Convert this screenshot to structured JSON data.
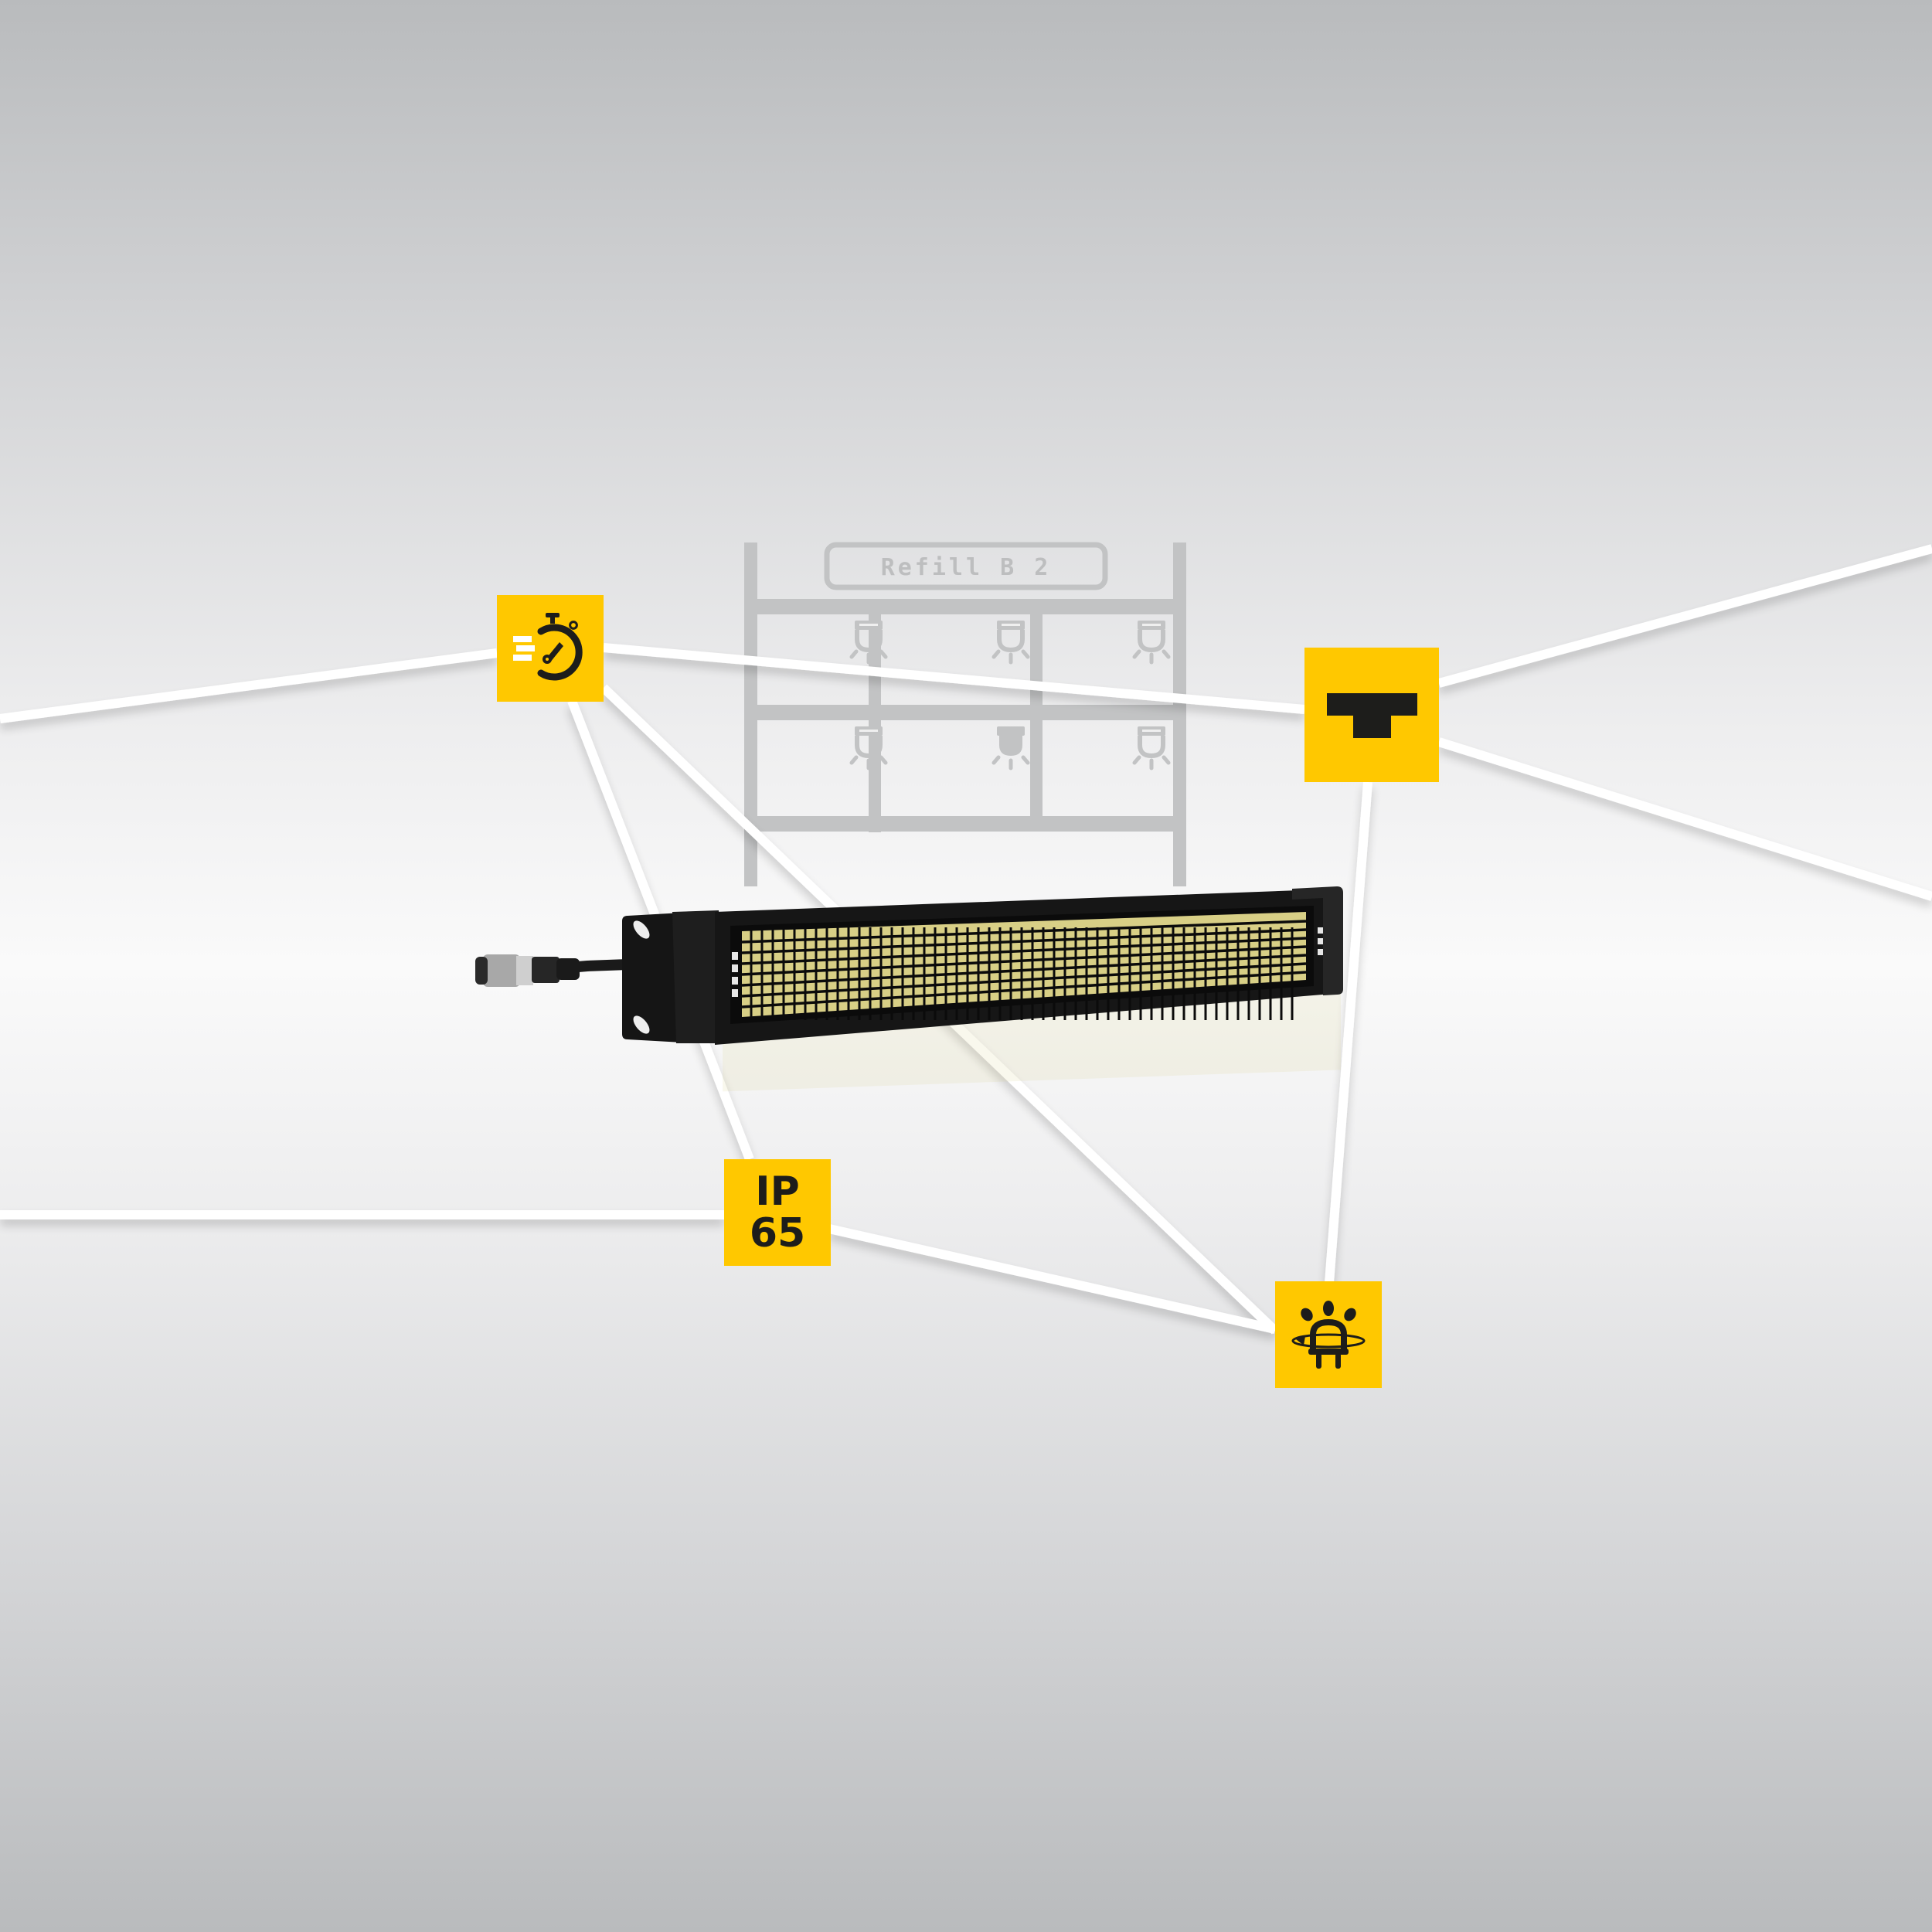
{
  "scene": {
    "type": "product-feature-illustration",
    "colors": {
      "accent_yellow": "#ffc800",
      "icon_black": "#1d1d1b",
      "line_white": "#ffffff",
      "rack_gray": "#c2c3c4",
      "device_body": "#1a1a1a",
      "led_color": "#d8cf86"
    }
  },
  "rack": {
    "display_label": "Refill B 2",
    "rows": 2,
    "columns": 3,
    "bin_icon": "pick-light-icon"
  },
  "badges": [
    {
      "id": "fast",
      "icon": "stopwatch-speed-icon"
    },
    {
      "id": "slim",
      "icon": "t-profile-icon"
    },
    {
      "id": "ip",
      "line1": "IP",
      "line2": "65",
      "icon": "ip65-rating"
    },
    {
      "id": "led",
      "icon": "rotating-led-icon"
    }
  ],
  "product": {
    "name": "dot-matrix-display",
    "connector": "m12-connector"
  }
}
